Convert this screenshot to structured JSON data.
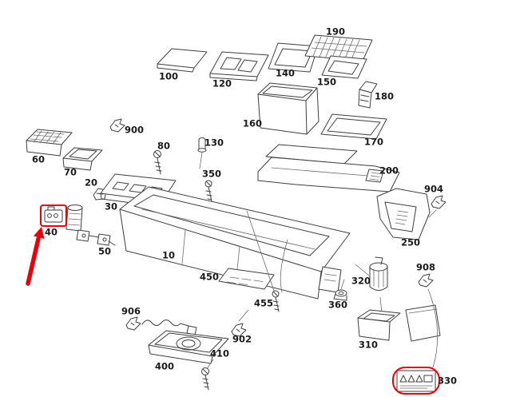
{
  "diagram": {
    "type": "exploded-parts-diagram",
    "subject": "vehicle center console assembly",
    "background_color": "#ffffff",
    "line_color": "#3f3f3f",
    "highlight_color": "#e8000d",
    "labels": {
      "p10": "10",
      "p20": "20",
      "p30": "30",
      "p40": "40",
      "p50": "50",
      "p60": "60",
      "p70": "70",
      "p80": "80",
      "p100": "100",
      "p120": "120",
      "p130": "130",
      "p140": "140",
      "p150": "150",
      "p160": "160",
      "p170": "170",
      "p180": "180",
      "p190": "190",
      "p200": "200",
      "p250": "250",
      "p310": "310",
      "p320": "320",
      "p330": "330",
      "p350": "350",
      "p360": "360",
      "p400": "400",
      "p410": "410",
      "p450": "450",
      "p455": "455",
      "p900": "900",
      "p902": "902",
      "p904": "904",
      "p906": "906",
      "p908": "908"
    },
    "annotations": {
      "highlighted_part_number": "40",
      "highlight_style": "red rounded rectangle outline around part",
      "arrow": {
        "color": "#e8000d",
        "points_to_part": "40"
      },
      "warning_label": {
        "part_number": "330",
        "style": "caution sticker with warning pictograms circled in red"
      }
    }
  }
}
